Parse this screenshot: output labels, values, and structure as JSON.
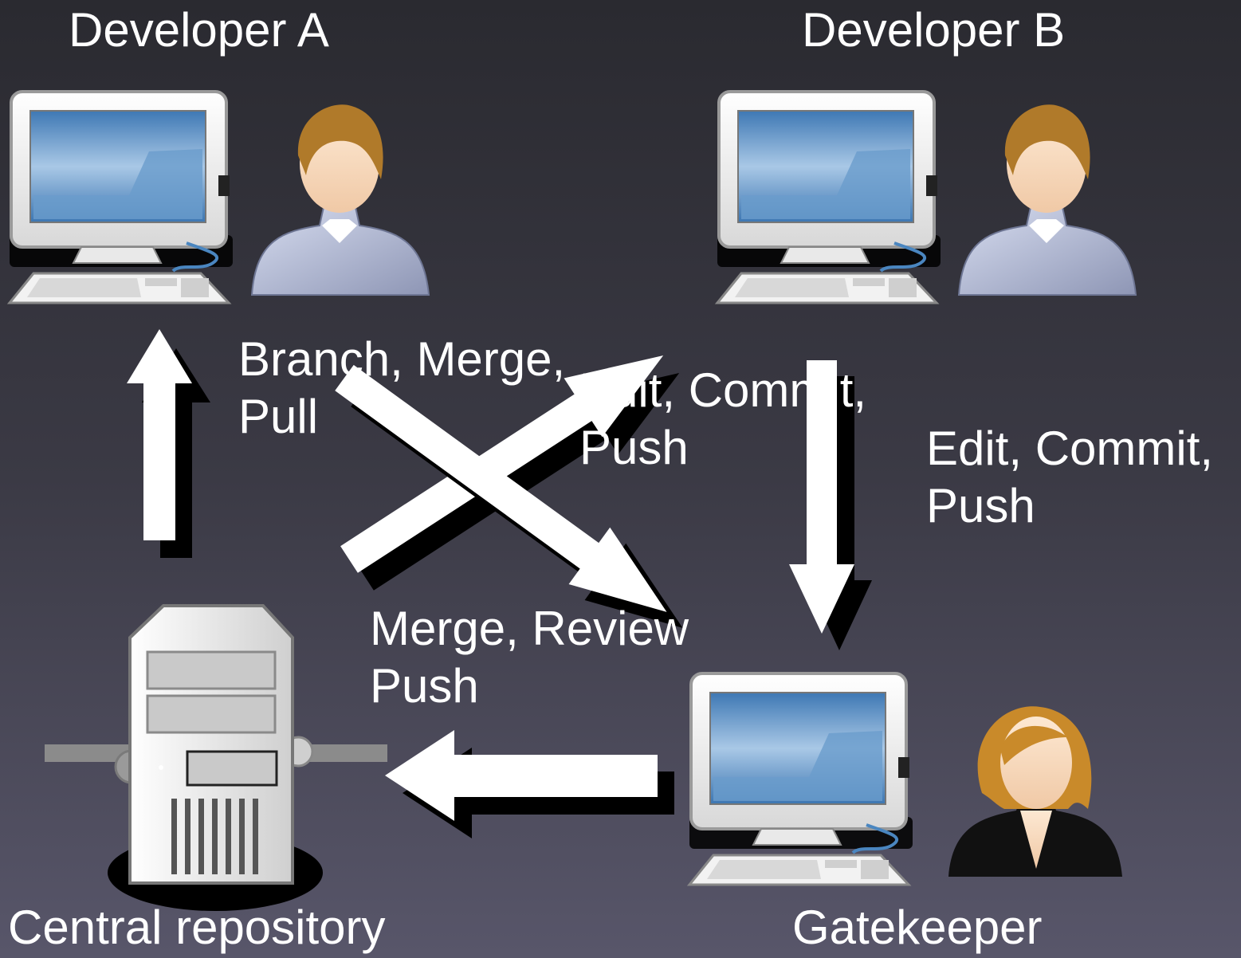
{
  "labels": {
    "developer_a": "Developer A",
    "developer_b": "Developer B",
    "central_repository": "Central repository",
    "gatekeeper": "Gatekeeper"
  },
  "actions": {
    "a_pull": {
      "line1": "Branch, Merge,",
      "line2": "Pull"
    },
    "a_push": {
      "line1": "Edit, Commit,",
      "line2": "Push"
    },
    "b_push": {
      "line1": "Edit, Commit,",
      "line2": "Push"
    },
    "gatekeeper_push": {
      "line1": "Merge, Review",
      "line2": "Push"
    }
  },
  "colors": {
    "arrow": "#ffffff",
    "arrow_shadow": "#000000",
    "screen": "#4a86c0",
    "hair_male": "#b07a2a",
    "hair_female": "#c98a2a"
  }
}
